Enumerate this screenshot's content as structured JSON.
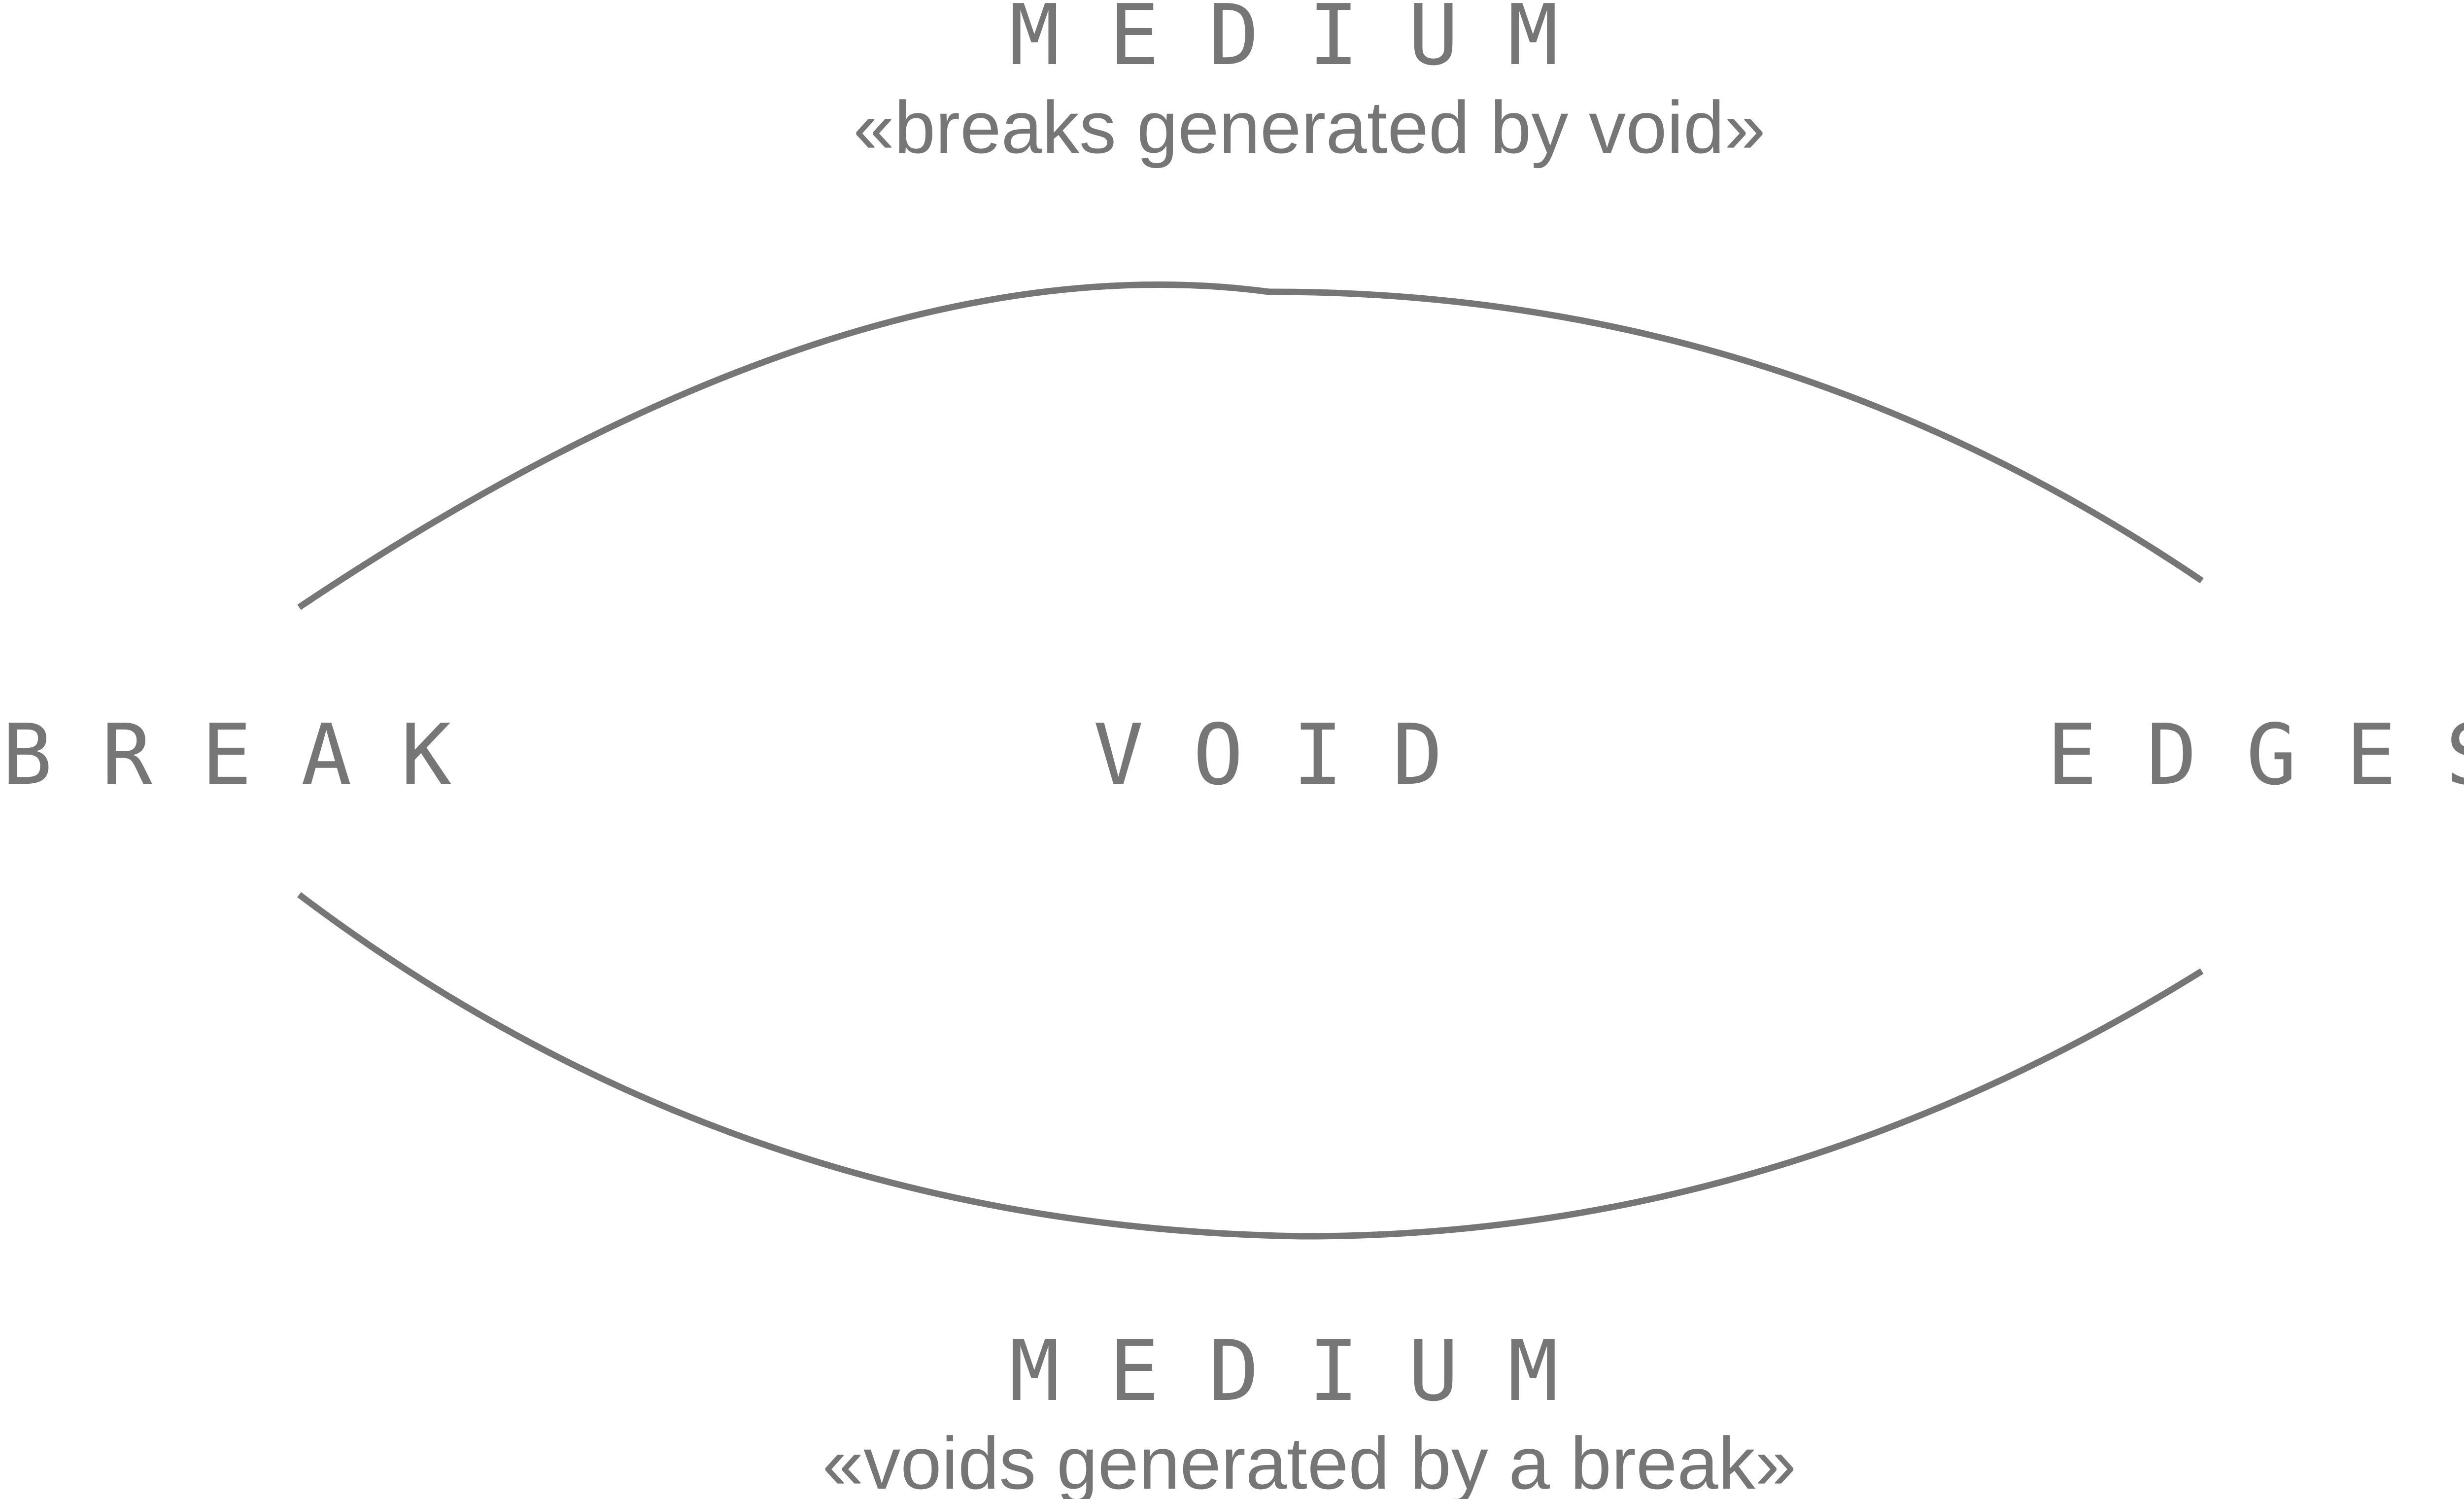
{
  "colors": {
    "ink": "#767676",
    "background": "#ffffff"
  },
  "top": {
    "heading": "MEDIUM",
    "caption": "«breaks generated by void»"
  },
  "bottom": {
    "heading": "MEDIUM",
    "caption": "«voids generated by a break»"
  },
  "nodes": {
    "left": "BREAK",
    "center": "VOID",
    "right": "EDGES"
  }
}
